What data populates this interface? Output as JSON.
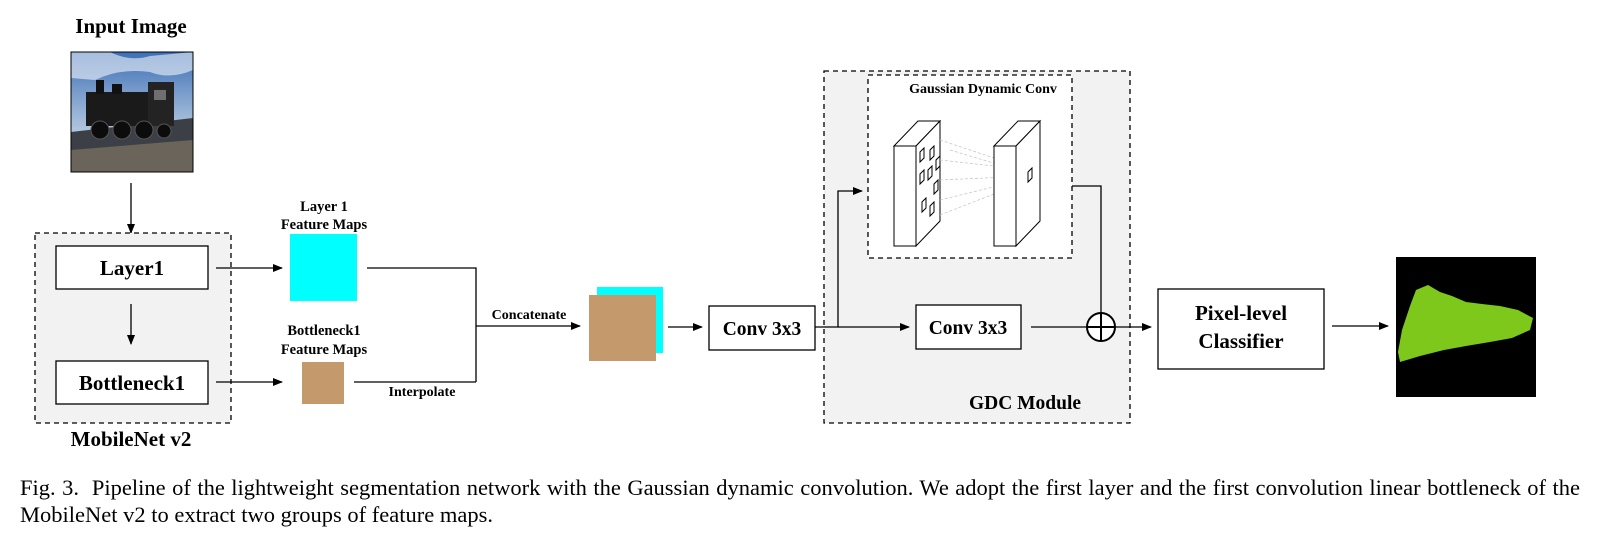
{
  "input": {
    "title": "Input Image"
  },
  "backbone": {
    "label": "MobileNet v2",
    "layer1": "Layer1",
    "bottleneck1": "Bottleneck1"
  },
  "features": {
    "layer1_line1": "Layer 1",
    "layer1_line2": "Feature Maps",
    "bottleneck_line1": "Bottleneck1",
    "bottleneck_line2": "Feature Maps",
    "interpolate": "Interpolate",
    "concatenate": "Concatenate"
  },
  "conv_main": "Conv 3x3",
  "gdc": {
    "label": "GDC Module",
    "dynamic_title": "Gaussian Dynamic Conv",
    "conv": "Conv 3x3"
  },
  "classifier": {
    "line1": "Pixel-level",
    "line2": "Classifier"
  },
  "caption": {
    "prefix": "Fig. 3.",
    "text": "Pipeline of the lightweight segmentation network with the Gaussian dynamic convolution. We adopt the first layer and the first convolution linear bottleneck of the MobileNet v2 to extract two groups of feature maps."
  },
  "colors": {
    "cyan": "#00ffff",
    "tan": "#c49a6c",
    "panel_gray": "#f2f2f2",
    "segment_green": "#7ec81c",
    "black": "#000000"
  }
}
